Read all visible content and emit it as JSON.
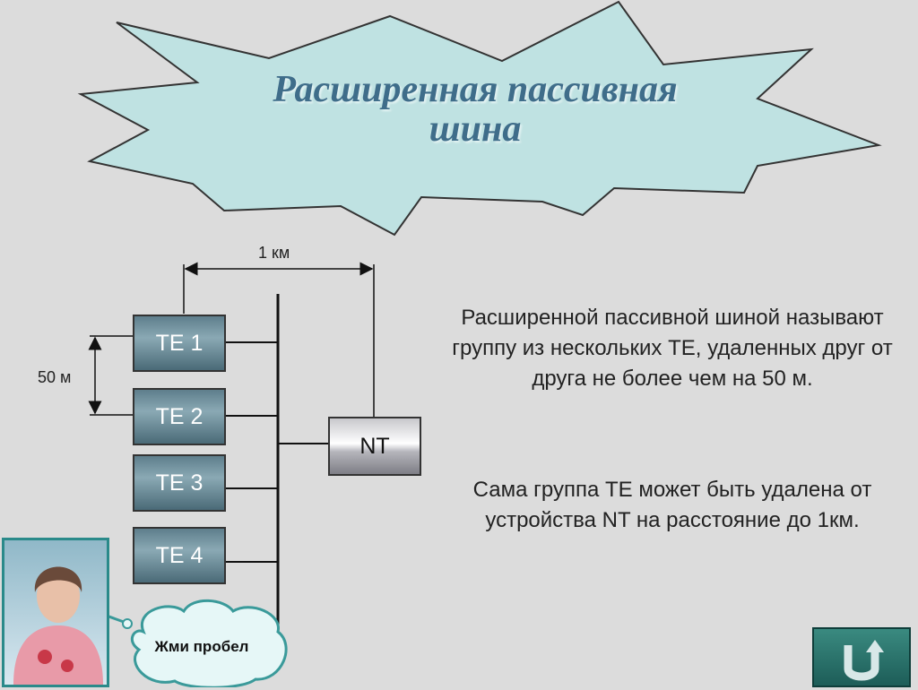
{
  "title": "Расширенная пассивная шина",
  "diagram": {
    "distance_top": "1 км",
    "distance_side": "50 м",
    "terminals": [
      "TE 1",
      "TE 2",
      "TE 3",
      "TE 4"
    ],
    "nt": "NT"
  },
  "text": {
    "para1": "Расширенной пассивной шиной называют группу из нескольких TE, удаленных друг от друга не более чем на 50 м.",
    "para2": "Сама группа ТЕ может быть удалена от устройства NT на расстояние до 1км."
  },
  "hint": "Жми пробел",
  "icons": {
    "back": "u-turn-arrow-icon",
    "speaker": "person-photo"
  },
  "colors": {
    "burst": "#bfe2e2",
    "title": "#3f6d8a",
    "nav": "#2a7a72"
  }
}
